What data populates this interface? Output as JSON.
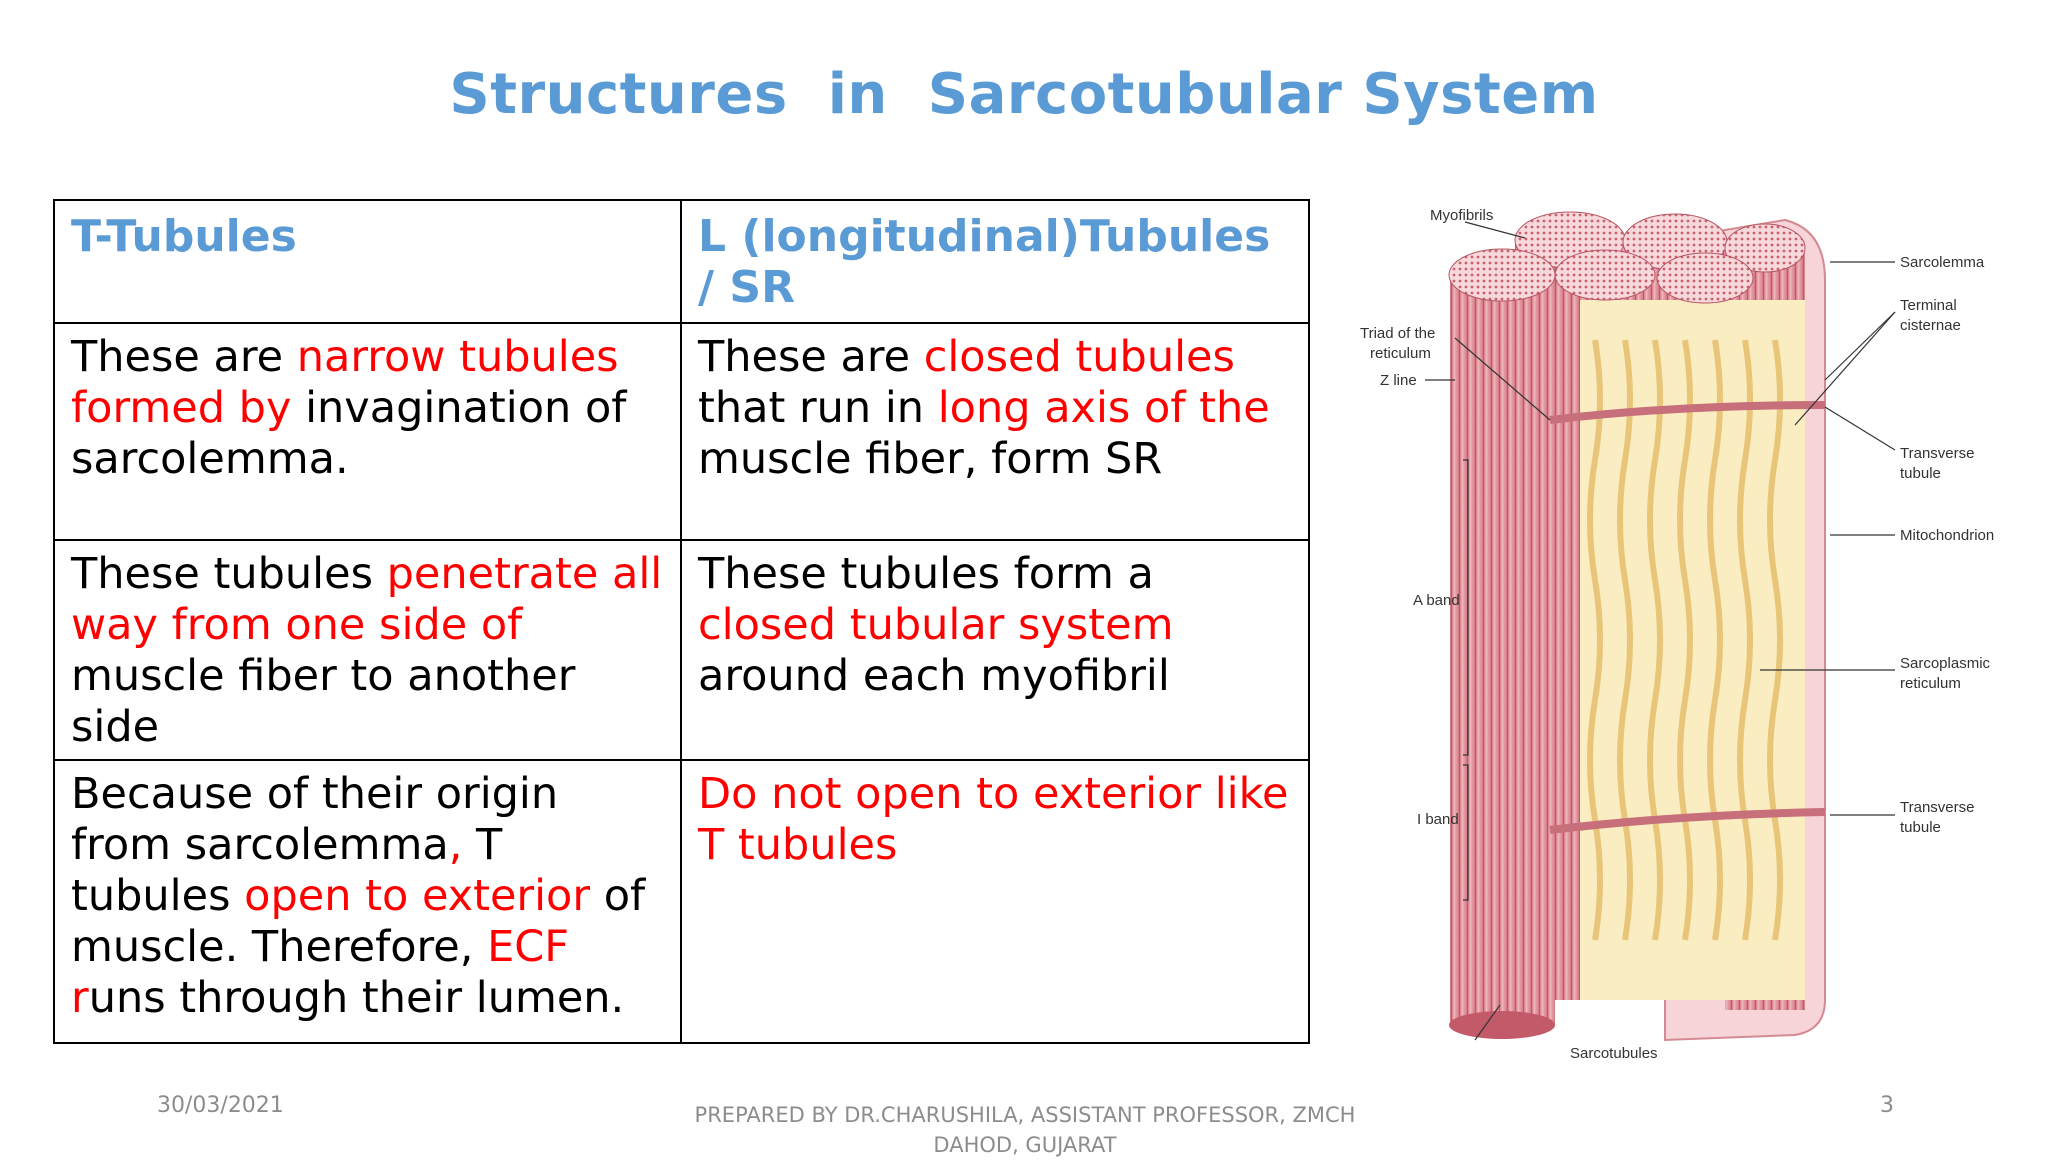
{
  "slide": {
    "title": "Structures  in  Sarcotubular System",
    "footer": {
      "date": "30/03/2021",
      "credit_line1": "PREPARED BY DR.CHARUSHILA, ASSISTANT PROFESSOR, ZMCH",
      "credit_line2": "DAHOD, GUJARAT",
      "page_number": "3"
    }
  },
  "colors": {
    "title": "#5b9bd5",
    "highlight": "#ff0000",
    "body_text": "#000000",
    "footer_text": "#8c8c8c"
  },
  "table": {
    "headers": [
      "T-Tubules",
      "L (longitudinal)Tubules / SR"
    ],
    "rows": [
      {
        "left": [
          {
            "text": "These are ",
            "red": false
          },
          {
            "text": "narrow tubules formed by",
            "red": true
          },
          {
            "text": "  invagination of sarcolemma.",
            "red": false
          }
        ],
        "right": [
          {
            "text": "These are ",
            "red": false
          },
          {
            "text": "closed tubules",
            "red": true
          },
          {
            "text": " that run in ",
            "red": false
          },
          {
            "text": "long axis of the",
            "red": true
          },
          {
            "text": " muscle fiber, form SR",
            "red": false
          }
        ]
      },
      {
        "left": [
          {
            "text": "These tubules ",
            "red": false
          },
          {
            "text": "penetrate all way from one side of",
            "red": true
          },
          {
            "text": " muscle fiber to another side",
            "red": false
          }
        ],
        "right": [
          {
            "text": "These tubules form a ",
            "red": false
          },
          {
            "text": "closed tubular system",
            "red": true
          },
          {
            "text": " around each myofibril",
            "red": false
          }
        ]
      },
      {
        "left": [
          {
            "text": "Because of their origin from sarcolemma",
            "red": false
          },
          {
            "text": ", ",
            "red": true
          },
          {
            "text": "T tubules ",
            "red": false
          },
          {
            "text": "open to exterior",
            "red": true
          },
          {
            "text": " of  muscle. Therefore,  ",
            "red": false
          },
          {
            "text": "ECF r",
            "red": true
          },
          {
            "text": "uns through  their lumen.",
            "red": false
          }
        ],
        "right": [
          {
            "text": "Do not open to exterior like T tubules",
            "red": true
          }
        ]
      }
    ]
  },
  "diagram": {
    "labels": {
      "myofibrils": "Myofibrils",
      "sarcolemma": "Sarcolemma",
      "terminal_1": "Terminal",
      "terminal_2": "cisternae",
      "triad_1": "Triad of the",
      "triad_2": "reticulum",
      "z_line": "Z line",
      "transverse_1": "Transverse",
      "transverse_2": "tubule",
      "mitochondrion": "Mitochondrion",
      "a_band": "A band",
      "sr_1": "Sarcoplasmic",
      "sr_2": "reticulum",
      "i_band": "I band",
      "transverse_b1": "Transverse",
      "transverse_b2": "tubule",
      "sarcotubules": "Sarcotubules"
    }
  }
}
